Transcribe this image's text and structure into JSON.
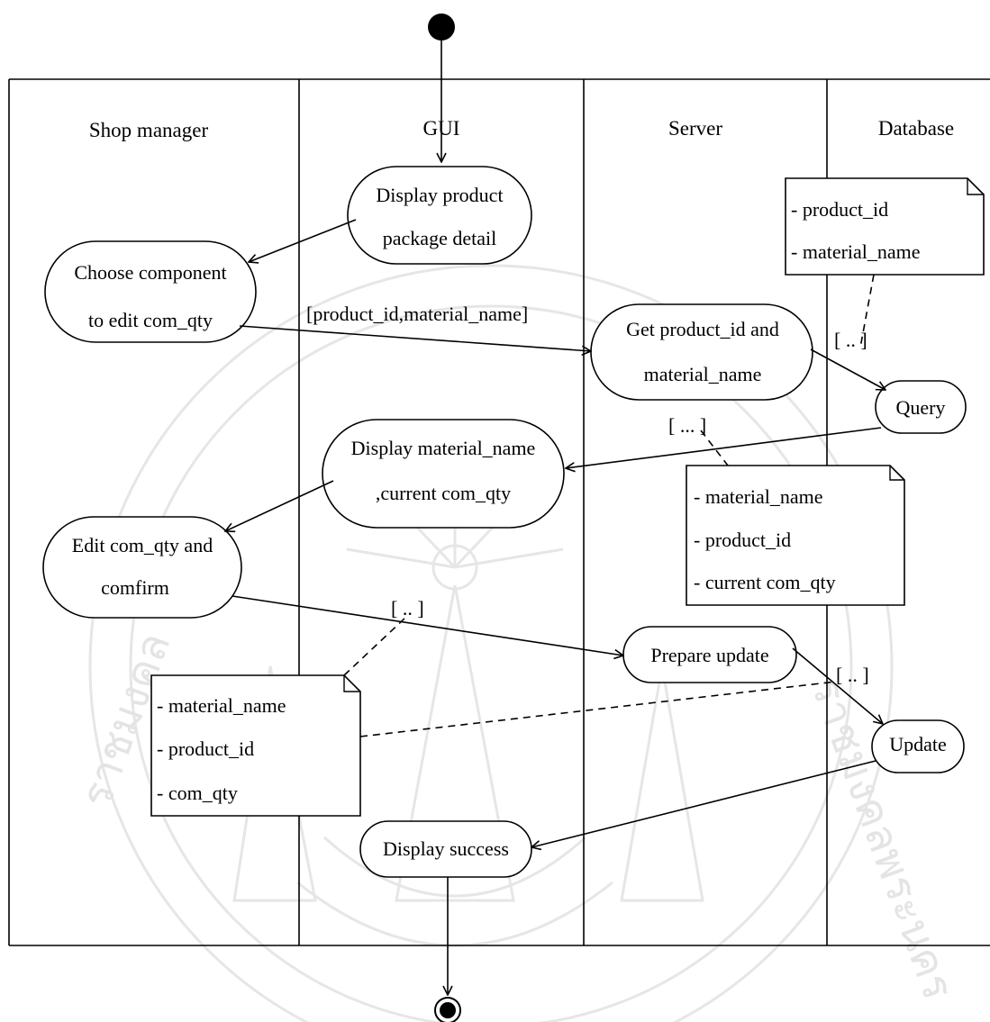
{
  "lanes": [
    "Shop manager",
    "GUI",
    "Server",
    "Database"
  ],
  "activities": {
    "display_product": [
      "Display  product",
      "package detail"
    ],
    "choose_component": [
      "Choose component",
      "to edit com_qty"
    ],
    "get_product": [
      "Get  product_id  and",
      "material_name"
    ],
    "query": [
      "Query"
    ],
    "display_material": [
      "Display material_name",
      ",current com_qty"
    ],
    "edit_qty": [
      "Edit com_qty and",
      "comfirm"
    ],
    "prepare_update": [
      "Prepare  update"
    ],
    "update": [
      "Update"
    ],
    "display_success": [
      "Display success"
    ]
  },
  "notes": {
    "db_note": [
      "- product_id",
      "- material_name"
    ],
    "server_note": [
      "- material_name",
      "- product_id",
      "- current com_qty"
    ],
    "shop_note": [
      "- material_name",
      "- product_id",
      "- com_qty"
    ]
  },
  "guards": {
    "g_product": "[product_id,material_name]",
    "g_query": "[ .. ]",
    "g_display": "[ ... ]",
    "g_edit": "[ .. ]",
    "g_update": "[ .. ]"
  },
  "watermark": {
    "thai_left": "ราชมงคล",
    "thai_right": "ราชมงคลพระนคร"
  }
}
